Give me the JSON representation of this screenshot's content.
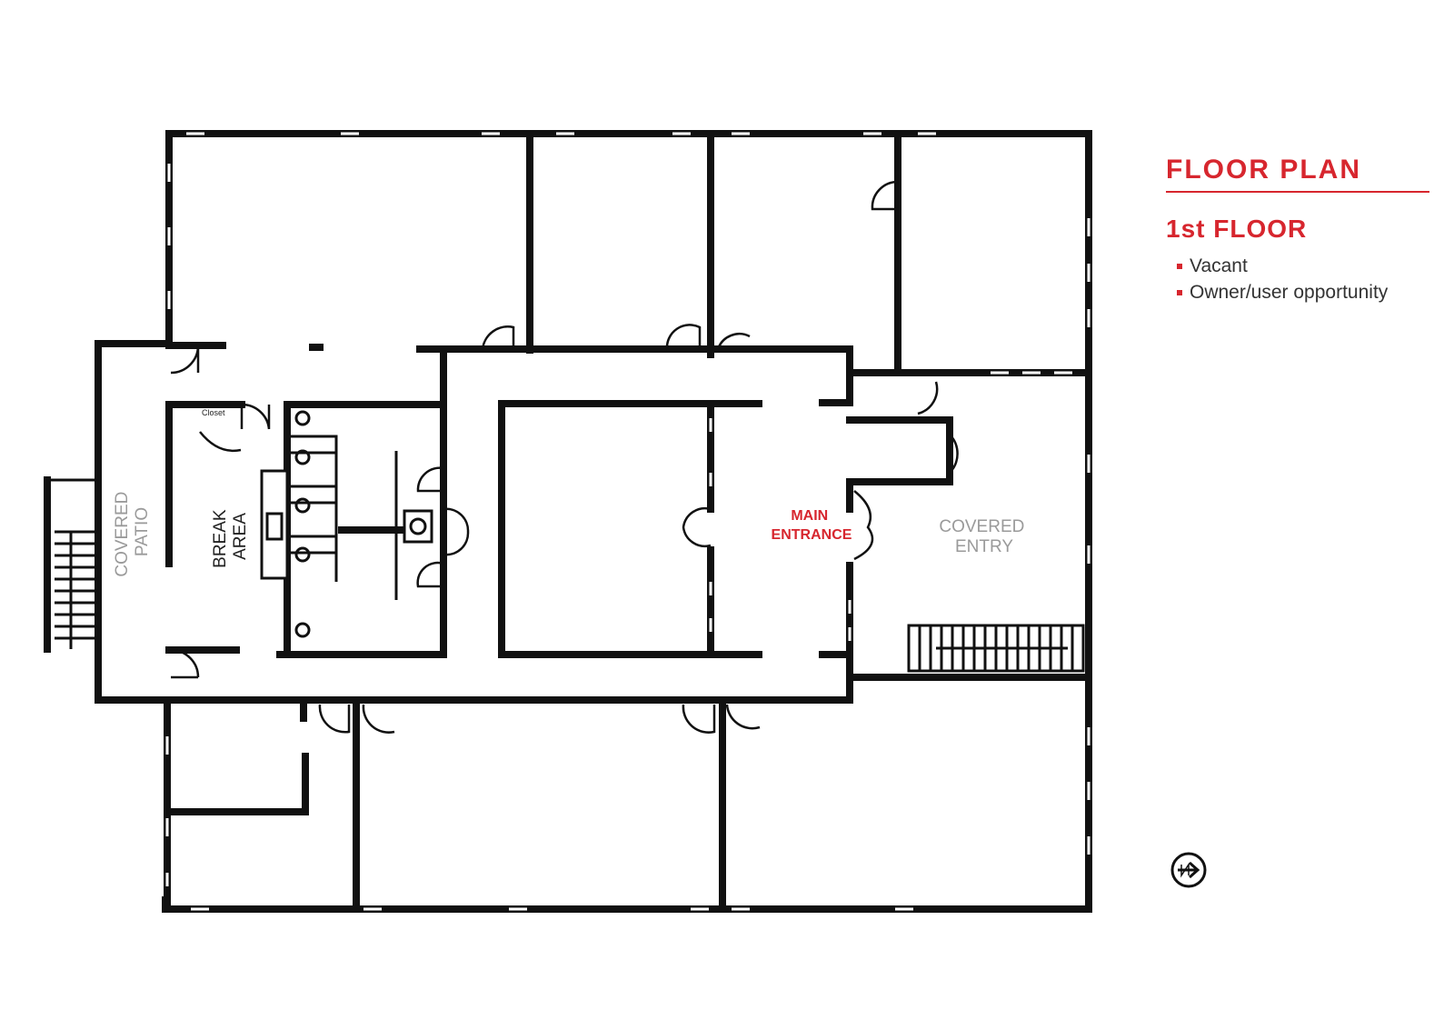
{
  "legend": {
    "title": "FLOOR PLAN",
    "floor": "1st FLOOR",
    "bullets": [
      "Vacant",
      "Owner/user opportunity"
    ],
    "accent_color": "#d7262e"
  },
  "labels": {
    "covered_patio": [
      "COVERED",
      "PATIO"
    ],
    "break_area": [
      "BREAK",
      "AREA"
    ],
    "main_entrance": [
      "MAIN",
      "ENTRANCE"
    ],
    "covered_entry": [
      "COVERED",
      "ENTRY"
    ],
    "closet": "Closet"
  },
  "icons": {
    "north_arrow": "north-arrow-icon"
  }
}
